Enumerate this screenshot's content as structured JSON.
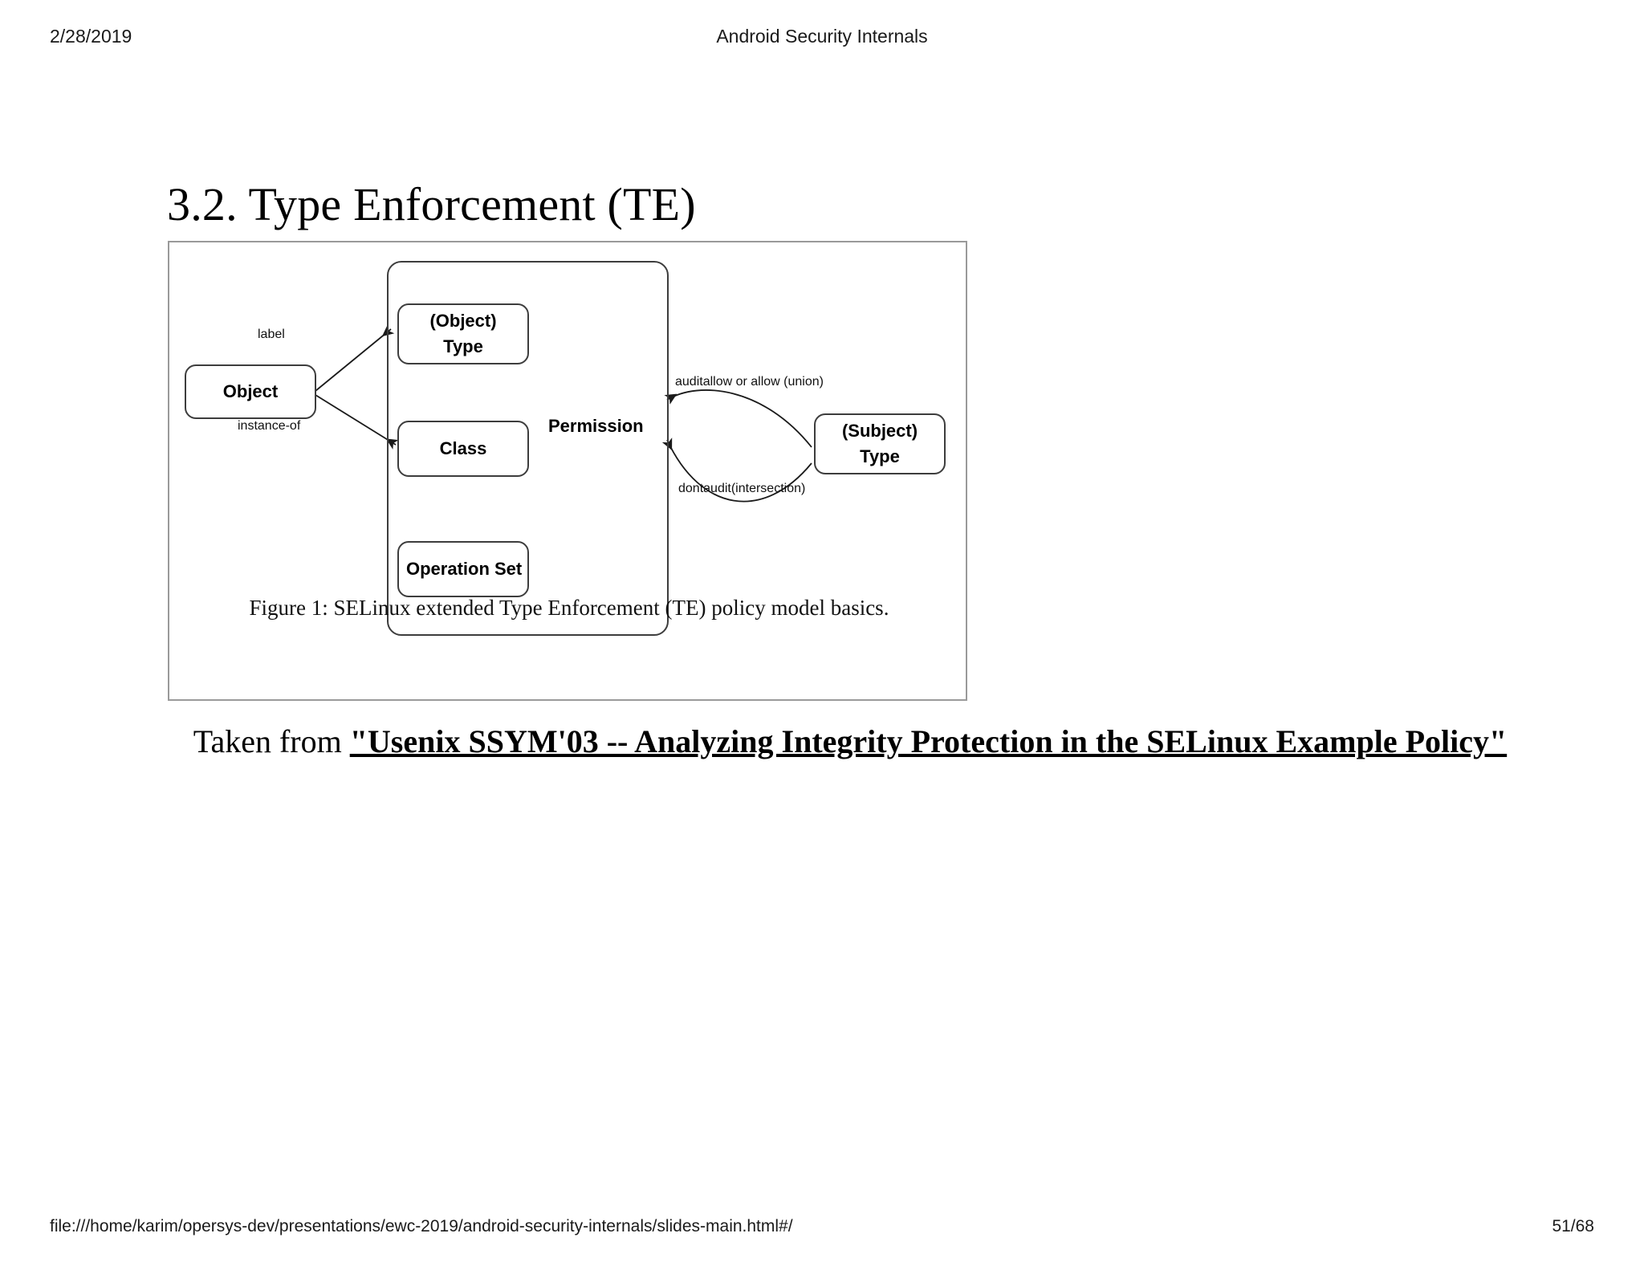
{
  "header": {
    "date": "2/28/2019",
    "title": "Android Security Internals"
  },
  "slide": {
    "title": "3.2. Type Enforcement (TE)"
  },
  "figure": {
    "caption": "Figure 1:  SELinux extended Type Enforcement (TE) policy model basics.",
    "nodes": {
      "object": "Object",
      "object_type": "(Object)\nType",
      "object_type_line1": "(Object)",
      "object_type_line2": "Type",
      "class": "Class",
      "operation_set": "Operation Set",
      "permission": "Permission",
      "subject_type_line1": "(Subject)",
      "subject_type_line2": "Type"
    },
    "edge_labels": {
      "label": "label",
      "instance_of": "instance-of",
      "auditallow": "auditallow or allow (union)",
      "dontaudit": "dontaudit(intersection)"
    },
    "colors": {
      "frame_border": "#9a9a9a",
      "node_border": "#3d3d3d",
      "node_fill": "#ffffff",
      "stroke": "#1a1a1a"
    }
  },
  "attribution": {
    "prefix": "Taken from ",
    "link_text": "\"Usenix SSYM'03 -- Analyzing Integrity Protection in the SELinux Example Policy\""
  },
  "footer": {
    "url": "file:///home/karim/opersys-dev/presentations/ewc-2019/android-security-internals/slides-main.html#/",
    "page": "51/68"
  }
}
